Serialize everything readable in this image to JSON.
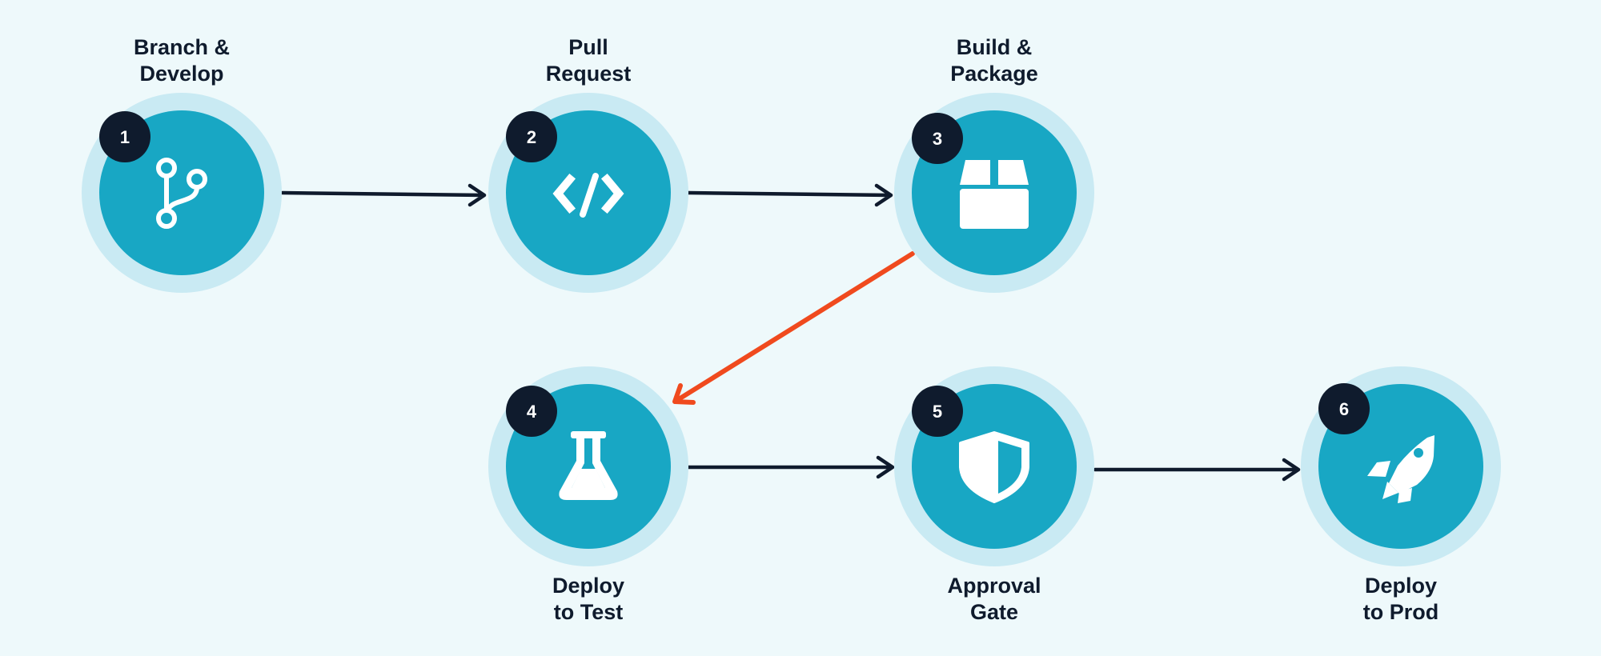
{
  "colors": {
    "background": "#eef9fb",
    "ring": "#c9eaf3",
    "node": "#18a7c4",
    "badge": "#0f1b2d",
    "arrow": "#0f1b2d",
    "highlight_arrow": "#f04a1e",
    "icon": "#ffffff"
  },
  "steps": [
    {
      "number": "1",
      "label_line1": "Branch &",
      "label_line2": "Develop",
      "icon": "git-branch-icon"
    },
    {
      "number": "2",
      "label_line1": "Pull",
      "label_line2": "Request",
      "icon": "code-icon"
    },
    {
      "number": "3",
      "label_line1": "Build &",
      "label_line2": "Package",
      "icon": "package-box-icon"
    },
    {
      "number": "4",
      "label_line1": "Deploy",
      "label_line2": "to Test",
      "icon": "flask-icon"
    },
    {
      "number": "5",
      "label_line1": "Approval",
      "label_line2": "Gate",
      "icon": "shield-icon"
    },
    {
      "number": "6",
      "label_line1": "Deploy",
      "label_line2": "to Prod",
      "icon": "rocket-icon"
    }
  ],
  "connections": [
    {
      "from": "1",
      "to": "2",
      "style": "normal"
    },
    {
      "from": "2",
      "to": "3",
      "style": "normal"
    },
    {
      "from": "3",
      "to": "4",
      "style": "highlight"
    },
    {
      "from": "4",
      "to": "5",
      "style": "normal"
    },
    {
      "from": "5",
      "to": "6",
      "style": "normal"
    }
  ]
}
